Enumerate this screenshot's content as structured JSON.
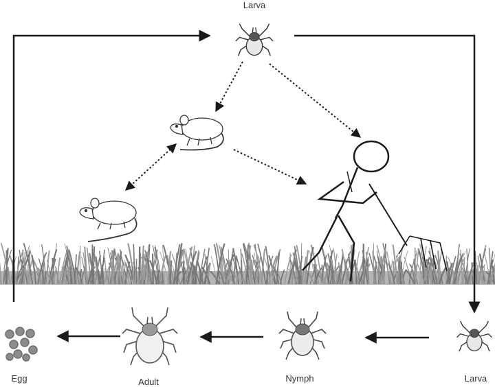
{
  "labels": {
    "larva_top": "Larva",
    "larva_bottom": "Larva",
    "nymph": "Nymph",
    "adult": "Adult",
    "egg": "Egg"
  },
  "colors": {
    "line": "#1a1a1a",
    "grass": "#9a9a9a",
    "grass_dark": "#777777",
    "tick_body": "#e0e0e0",
    "egg": "#8c8c8c"
  },
  "icons": [
    "larva-tick-icon",
    "rat-icon",
    "human-figure-icon",
    "nymph-tick-icon",
    "adult-tick-icon",
    "egg-cluster-icon",
    "grass-band"
  ]
}
